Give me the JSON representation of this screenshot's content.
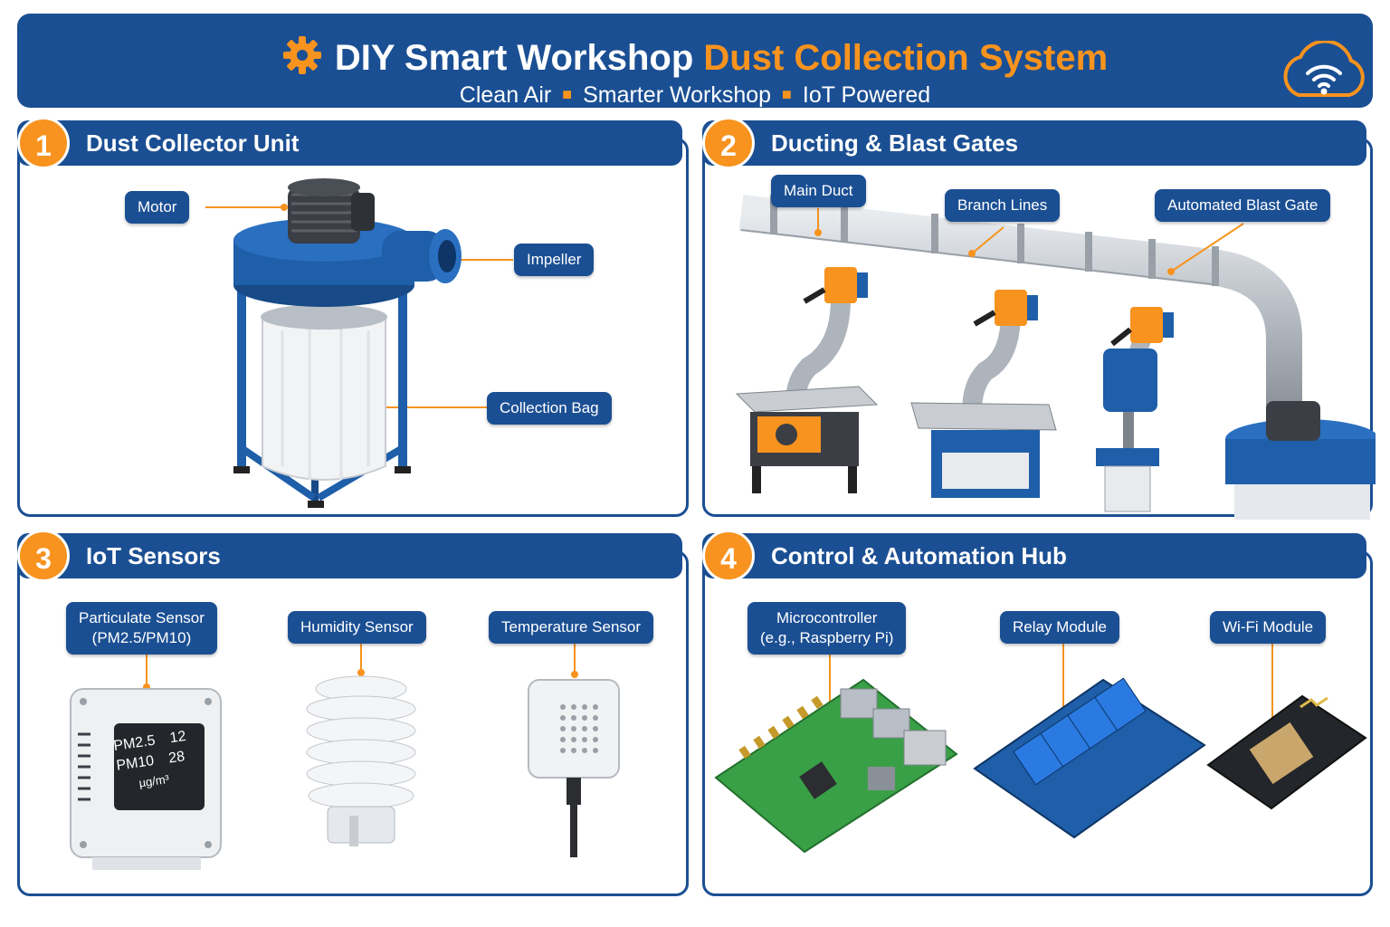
{
  "header": {
    "title_main": "DIY Smart Workshop",
    "title_accent": "Dust Collection System",
    "subtitle": [
      "Clean Air",
      "Smarter Workshop",
      "IoT Powered"
    ],
    "icon": "gear-icon",
    "cloud_icon": "cloud-wifi-icon",
    "colors": {
      "primary": "#1b4f93",
      "accent": "#f7931e"
    }
  },
  "panels": [
    {
      "number": "1",
      "title": "Dust Collector Unit",
      "tags": {
        "motor": "Motor",
        "impeller": "Impeller",
        "bag": "Collection Bag"
      }
    },
    {
      "number": "2",
      "title": "Ducting & Blast Gates",
      "tags": {
        "main_duct": "Main Duct",
        "branch": "Branch Lines",
        "gate": "Automated Blast Gate"
      }
    },
    {
      "number": "3",
      "title": "IoT Sensors",
      "tags": {
        "particulate": "Particulate Sensor\n(PM2.5/PM10)",
        "humidity": "Humidity Sensor",
        "temperature": "Temperature Sensor"
      },
      "display": {
        "pm25_label": "PM2.5",
        "pm25_value": "12",
        "pm10_label": "PM10",
        "pm10_value": "28",
        "unit": "µg/m³"
      }
    },
    {
      "number": "4",
      "title": "Control & Automation Hub",
      "tags": {
        "mcu": "Microcontroller\n(e.g., Raspberry Pi)",
        "relay": "Relay Module",
        "wifi": "Wi-Fi Module"
      }
    }
  ]
}
